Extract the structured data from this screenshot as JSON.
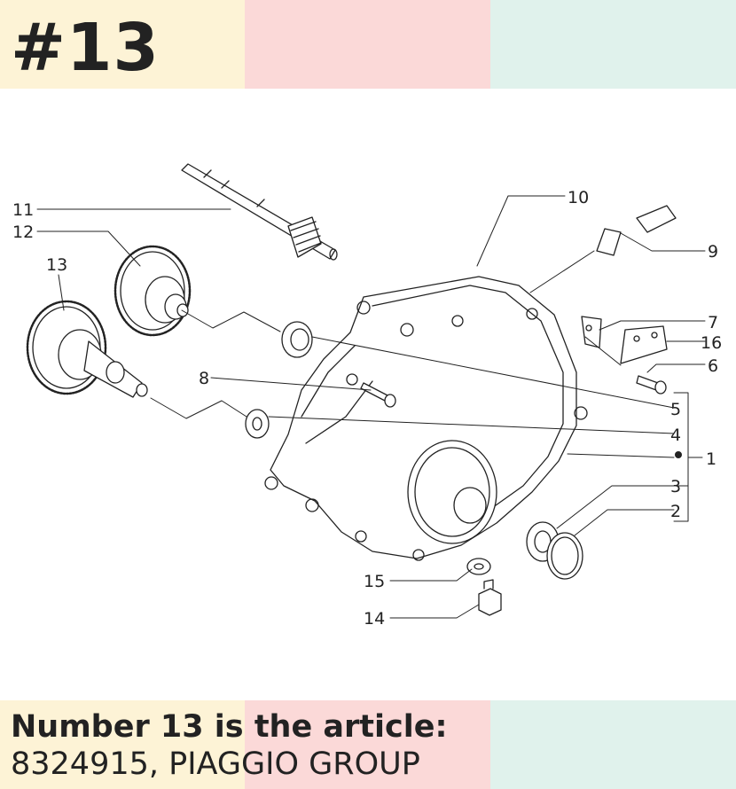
{
  "header": {
    "title": "#13"
  },
  "footer": {
    "line1": "Number 13 is the article:",
    "line2": "8324915, PIAGGIO GROUP"
  },
  "colors": {
    "band_yellow": "#fdf3d6",
    "band_pink": "#fbd9d8",
    "band_mint": "#e0f2ec",
    "ink": "#222222"
  },
  "callouts": [
    {
      "id": "11",
      "label": "11"
    },
    {
      "id": "12",
      "label": "12"
    },
    {
      "id": "13",
      "label": "13"
    },
    {
      "id": "10",
      "label": "10"
    },
    {
      "id": "9",
      "label": "9"
    },
    {
      "id": "7",
      "label": "7"
    },
    {
      "id": "16",
      "label": "16"
    },
    {
      "id": "6",
      "label": "6"
    },
    {
      "id": "8",
      "label": "8"
    },
    {
      "id": "5",
      "label": "5"
    },
    {
      "id": "4",
      "label": "4"
    },
    {
      "id": "1",
      "label": "1"
    },
    {
      "id": "3",
      "label": "3"
    },
    {
      "id": "2",
      "label": "2"
    },
    {
      "id": "15",
      "label": "15"
    },
    {
      "id": "14",
      "label": "14"
    }
  ]
}
